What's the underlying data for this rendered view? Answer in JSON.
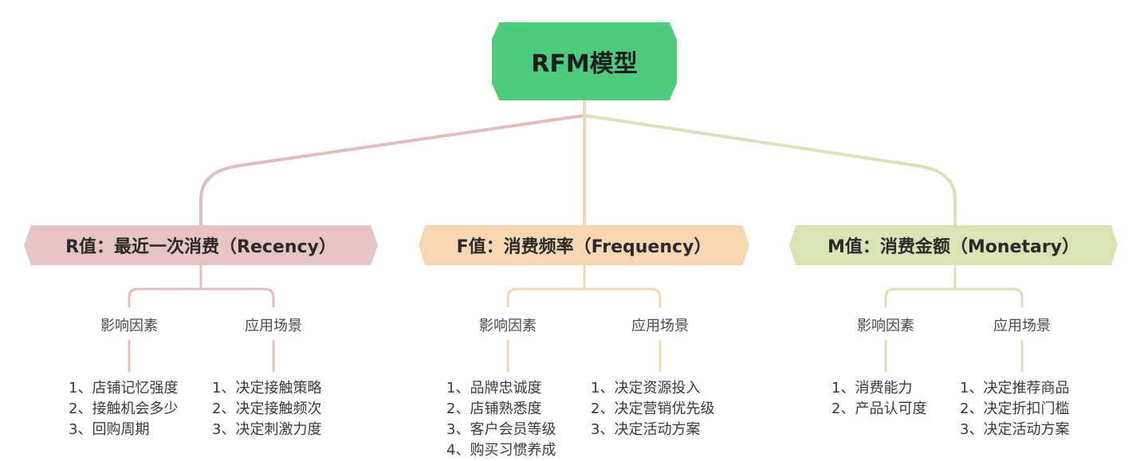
{
  "root": {
    "label": "RFM模型",
    "color": "#4ecb7e"
  },
  "branches": [
    {
      "label": "R值：最近一次消费（Recency）",
      "fill": "#e7c4c4",
      "line": "#e3bcbc",
      "factor_label": "影响因素",
      "scene_label": "应用场景",
      "factors": [
        "1、店铺记忆强度",
        "2、接触机会多少",
        "3、回购周期"
      ],
      "scenes": [
        "1、决定接触策略",
        "2、决定接触频次",
        "3、决定刺激力度"
      ]
    },
    {
      "label": "F值：消费频率（Frequency）",
      "fill": "#f6d6b3",
      "line": "#efd8b6",
      "factor_label": "影响因素",
      "scene_label": "应用场景",
      "factors": [
        "1、品牌忠诚度",
        "2、店铺熟悉度",
        "3、客户会员等级",
        "4、购买习惯养成"
      ],
      "scenes": [
        "1、决定资源投入",
        "2、决定营销优先级",
        "3、决定活动方案"
      ]
    },
    {
      "label": "M值：消费金额（Monetary）",
      "fill": "#d9e3b4",
      "line": "#d8e2ba",
      "factor_label": "影响因素",
      "scene_label": "应用场景",
      "factors": [
        "1、消费能力",
        "2、产品认可度"
      ],
      "scenes": [
        "1、决定推荐商品",
        "2、决定折扣门槛",
        "3、决定活动方案"
      ]
    }
  ]
}
